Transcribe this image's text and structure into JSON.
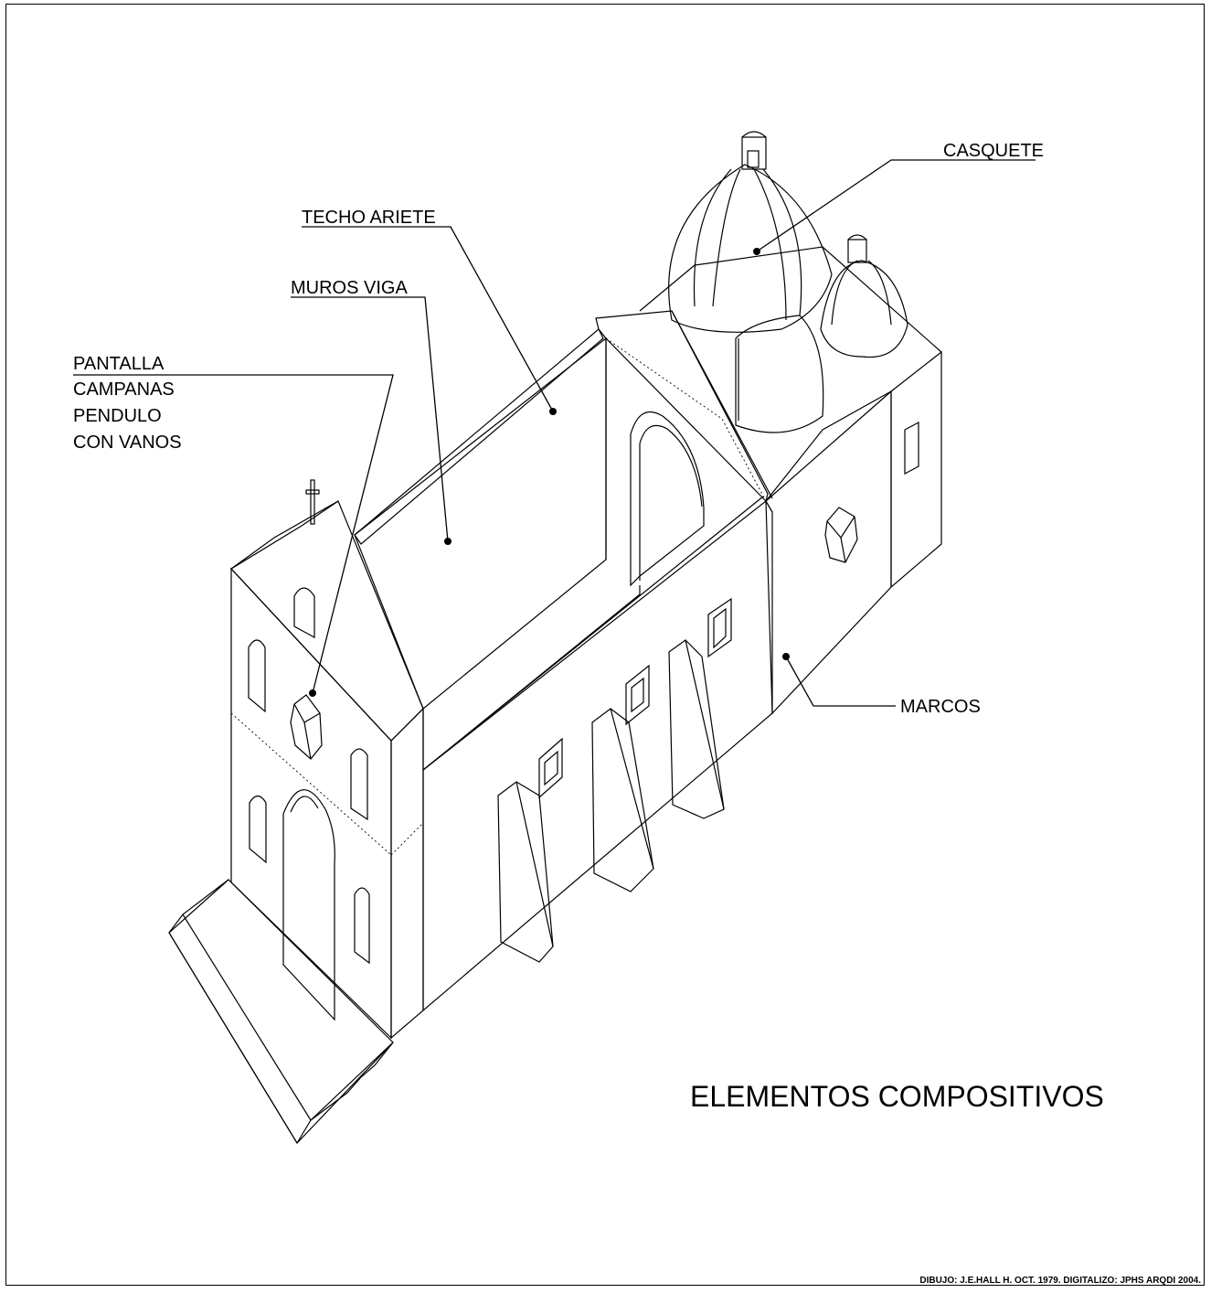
{
  "title": "ELEMENTOS COMPOSITIVOS",
  "credit": "DIBUJO: J.E.HALL H. OCT. 1979. DIGITALIZO: JPHS ARQDI 2004.",
  "labels": {
    "casquete": "CASQUETE",
    "techo_ariete": "TECHO ARIETE",
    "muros_viga": "MUROS VIGA",
    "pantalla_1": "PANTALLA",
    "pantalla_2": "CAMPANAS",
    "pantalla_3": "PENDULO",
    "pantalla_4": "CON VANOS",
    "marcos": "MARCOS"
  }
}
